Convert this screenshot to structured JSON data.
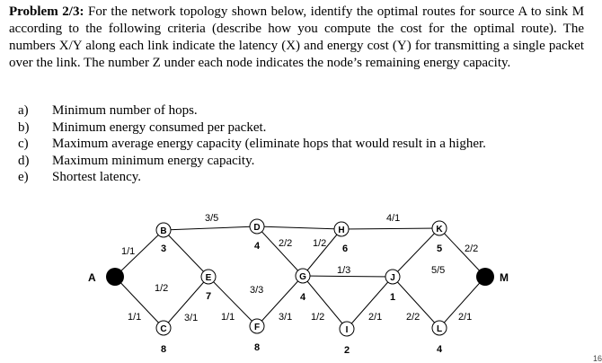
{
  "problem": {
    "heading": "Problem 2/3:",
    "text": "For the network topology shown below, identify the optimal routes for source A to sink M according to the following criteria (describe how you compute the cost for the optimal route). The numbers X/Y along each link indicate the latency (X) and energy cost (Y) for transmitting a single packet over the link. The number Z under each node indicates the node’s remaining energy capacity."
  },
  "criteria": [
    {
      "label": "a)",
      "text": "Minimum number of hops."
    },
    {
      "label": "b)",
      "text": "Minimum energy consumed per packet."
    },
    {
      "label": "c)",
      "text": "Maximum average energy capacity (eliminate hops that would result in a higher."
    },
    {
      "label": "d)",
      "text": "Maximum minimum energy capacity."
    },
    {
      "label": "e)",
      "text": "Shortest latency."
    }
  ],
  "graph": {
    "nodes": {
      "A": {
        "label": "A",
        "capacity": ""
      },
      "B": {
        "label": "B",
        "capacity": "3"
      },
      "C": {
        "label": "C",
        "capacity": "8"
      },
      "D": {
        "label": "D",
        "capacity": "4"
      },
      "E": {
        "label": "E",
        "capacity": "7"
      },
      "F": {
        "label": "F",
        "capacity": "8"
      },
      "G": {
        "label": "G",
        "capacity": "4"
      },
      "H": {
        "label": "H",
        "capacity": "6"
      },
      "I": {
        "label": "I",
        "capacity": "2"
      },
      "J": {
        "label": "J",
        "capacity": "1"
      },
      "K": {
        "label": "K",
        "capacity": "5"
      },
      "L": {
        "label": "L",
        "capacity": "4"
      },
      "M": {
        "label": "M",
        "capacity": ""
      }
    },
    "links": {
      "A_B": "1/1",
      "A_C": "1/1",
      "B_D": "3/5",
      "B_E": "1/2",
      "C_E": "3/1",
      "E_F": "1/1",
      "D_G": "3/3",
      "D_H": "2/2",
      "G_H": "1/2",
      "F_G": "3/1",
      "G_I": "1/2",
      "G_J": "1/3",
      "H_K": "4/1",
      "I_J": "2/1",
      "J_L": "2/2",
      "J_K": "5/5",
      "K_M": "2/2",
      "L_M": "2/1"
    }
  },
  "footer": {
    "page_number": "16"
  }
}
